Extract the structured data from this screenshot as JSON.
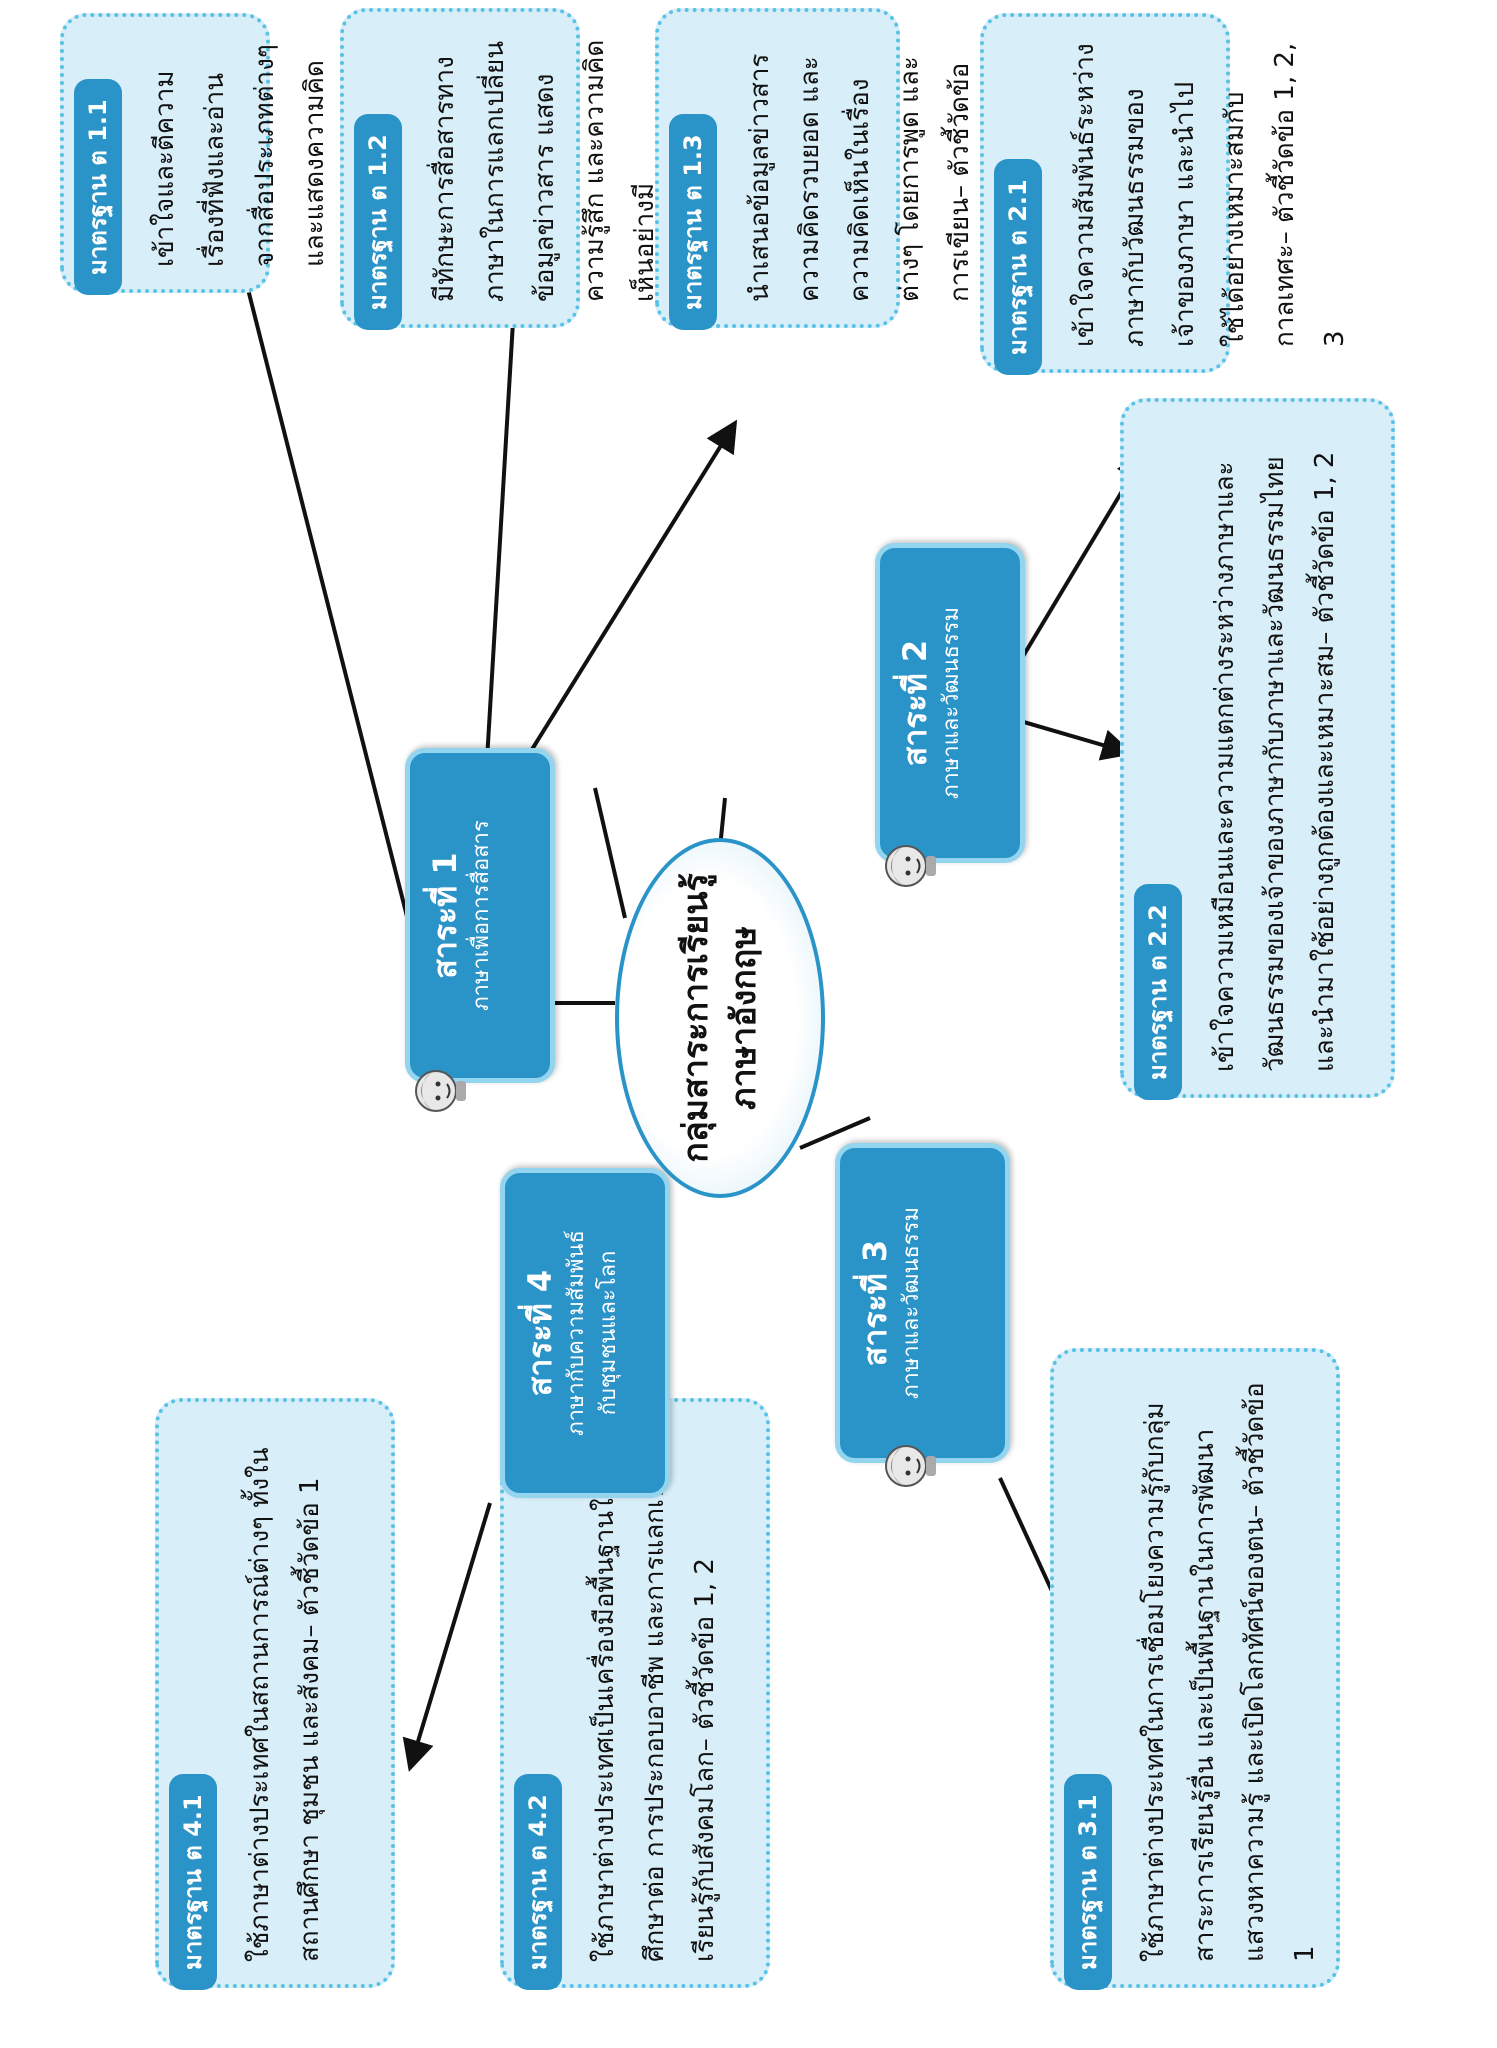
{
  "center": {
    "line1": "กลุ่มสาระการเรียนรู้",
    "line2": "ภาษาอังกฤษ"
  },
  "topics": [
    {
      "title": "สาระที่ 1",
      "subtitle": "ภาษาเพื่อการสื่อสาร"
    },
    {
      "title": "สาระที่ 2",
      "subtitle": "ภาษาและวัฒนธรรม"
    },
    {
      "title": "สาระที่ 3",
      "subtitle": "ภาษาและวัฒนธรรม"
    },
    {
      "title": "สาระที่ 4",
      "subtitle_line1": "ภาษากับความสัมพันธ์",
      "subtitle_line2": "กับชุมชนและโลก"
    }
  ],
  "standards": [
    {
      "tag": "มาตรฐาน ต 1.1",
      "text": "เข้าใจและตีความเรื่องที่ฟังและอ่านจากสื่อประเภทต่างๆ และแสดงความคิดเห็นอย่างมีเหตุผล– ตัวชี้วัดข้อ 1, 2, 3, 4"
    },
    {
      "tag": "มาตรฐาน ต 1.2",
      "text": "มีทักษะการสื่อสารทางภาษาในการแลกเปลี่ยนข้อมูลข่าวสาร แสดงความรู้สึก และความคิดเห็นอย่างมีประสิทธิภาพ– ตัวชี้วัดข้อ 1, 2, 3, 4, 5"
    },
    {
      "tag": "มาตรฐาน ต 1.3",
      "text": "นำเสนอข้อมูลข่าวสาร ความคิดรวบยอด และความคิดเห็นในเรื่องต่างๆ โดยการพูด และการเขียน– ตัวชี้วัดข้อ 1, 2, 3"
    },
    {
      "tag": "มาตรฐาน ต 2.1",
      "text": "เข้าใจความสัมพันธ์ระหว่างภาษากับวัฒนธรรมของเจ้าของภาษา และนำไปใช้ได้อย่างเหมาะสมกับกาลเทศะ– ตัวชี้วัดข้อ 1, 2, 3"
    },
    {
      "tag": "มาตรฐาน ต 2.2",
      "text": "เข้าใจความเหมือนและความแตกต่างระหว่างภาษาและวัฒนธรรมของเจ้าของภาษากับภาษาและวัฒนธรรมไทย และนำมาใช้อย่างถูกต้องและเหมาะสม– ตัวชี้วัดข้อ 1, 2"
    },
    {
      "tag": "มาตรฐาน ต 3.1",
      "text": "ใช้ภาษาต่างประเทศในการเชื่อมโยงความรู้กับกลุ่มสาระการเรียนรู้อื่น และเป็นพื้นฐานในการพัฒนา แสวงหาความรู้ และเปิดโลกทัศน์ของตน– ตัวชี้วัดข้อ 1"
    },
    {
      "tag": "มาตรฐาน ต 4.1",
      "text": "ใช้ภาษาต่างประเทศในสถานการณ์ต่างๆ ทั้งในสถานศึกษา ชุมชน และสังคม– ตัวชี้วัดข้อ 1"
    },
    {
      "tag": "มาตรฐาน ต 4.2",
      "text": "ใช้ภาษาต่างประเทศเป็นเครื่องมือพื้นฐานในการศึกษาต่อ การประกอบอาชีพ และการแลกเปลี่ยนเรียนรู้กับสังคมโลก– ตัวชี้วัดข้อ 1, 2"
    }
  ],
  "icons": {
    "child_head": "child-head-icon"
  }
}
